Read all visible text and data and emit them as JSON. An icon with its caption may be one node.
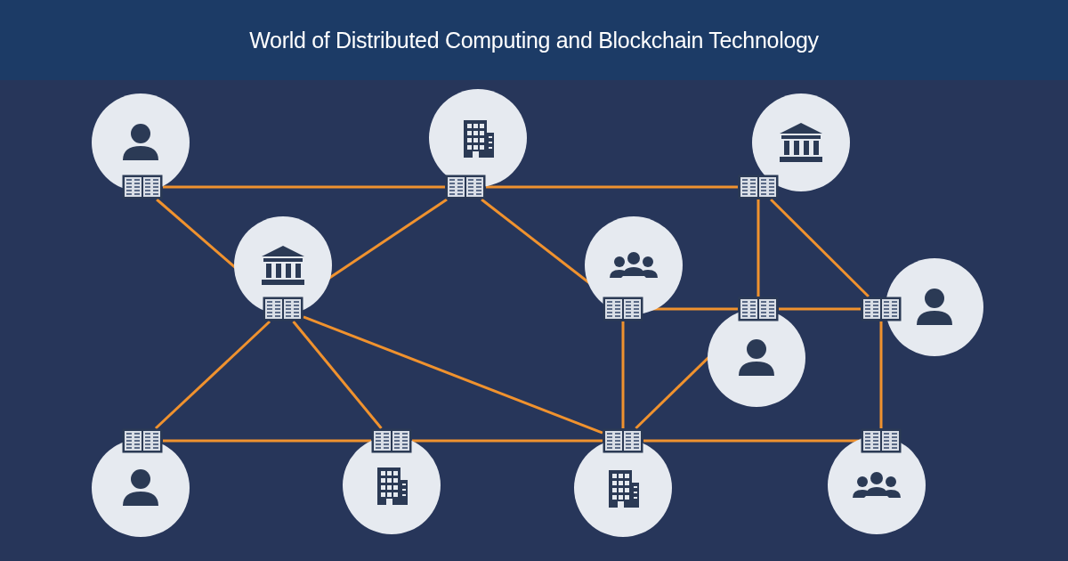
{
  "diagram": {
    "title": "World of Distributed Computing and Blockchain Technology",
    "nodes": [
      {
        "text": [],
        "shape": "person"
      },
      {
        "text": [],
        "shape": "building"
      },
      {
        "text": [],
        "shape": "bank"
      },
      {
        "text": [],
        "shape": "bank"
      },
      {
        "text": [],
        "shape": "group"
      },
      {
        "text": [],
        "shape": "person"
      },
      {
        "text": [],
        "shape": "person"
      },
      {
        "text": [],
        "shape": "person"
      },
      {
        "text": [],
        "shape": "building"
      },
      {
        "text": [],
        "shape": "building"
      },
      {
        "text": [],
        "shape": "group"
      }
    ],
    "edges": [
      {
        "from": 0,
        "to": 1,
        "arrow": "none"
      },
      {
        "from": 1,
        "to": 2,
        "arrow": "none"
      },
      {
        "from": 0,
        "to": 3,
        "arrow": "none"
      },
      {
        "from": 3,
        "to": 1,
        "arrow": "none"
      },
      {
        "from": 1,
        "to": 4,
        "arrow": "none"
      },
      {
        "from": 2,
        "to": 6,
        "arrow": "none"
      },
      {
        "from": 2,
        "to": 5,
        "arrow": "none"
      },
      {
        "from": 4,
        "to": 6,
        "arrow": "none"
      },
      {
        "from": 6,
        "to": 5,
        "arrow": "none"
      },
      {
        "from": 3,
        "to": 7,
        "arrow": "none"
      },
      {
        "from": 3,
        "to": 8,
        "arrow": "none"
      },
      {
        "from": 3,
        "to": 9,
        "arrow": "none"
      },
      {
        "from": 4,
        "to": 9,
        "arrow": "none"
      },
      {
        "from": 6,
        "to": 9,
        "arrow": "none"
      },
      {
        "from": 7,
        "to": 8,
        "arrow": "none"
      },
      {
        "from": 8,
        "to": 9,
        "arrow": "none"
      },
      {
        "from": 9,
        "to": 10,
        "arrow": "none"
      },
      {
        "from": 5,
        "to": 10,
        "arrow": "none"
      }
    ]
  }
}
